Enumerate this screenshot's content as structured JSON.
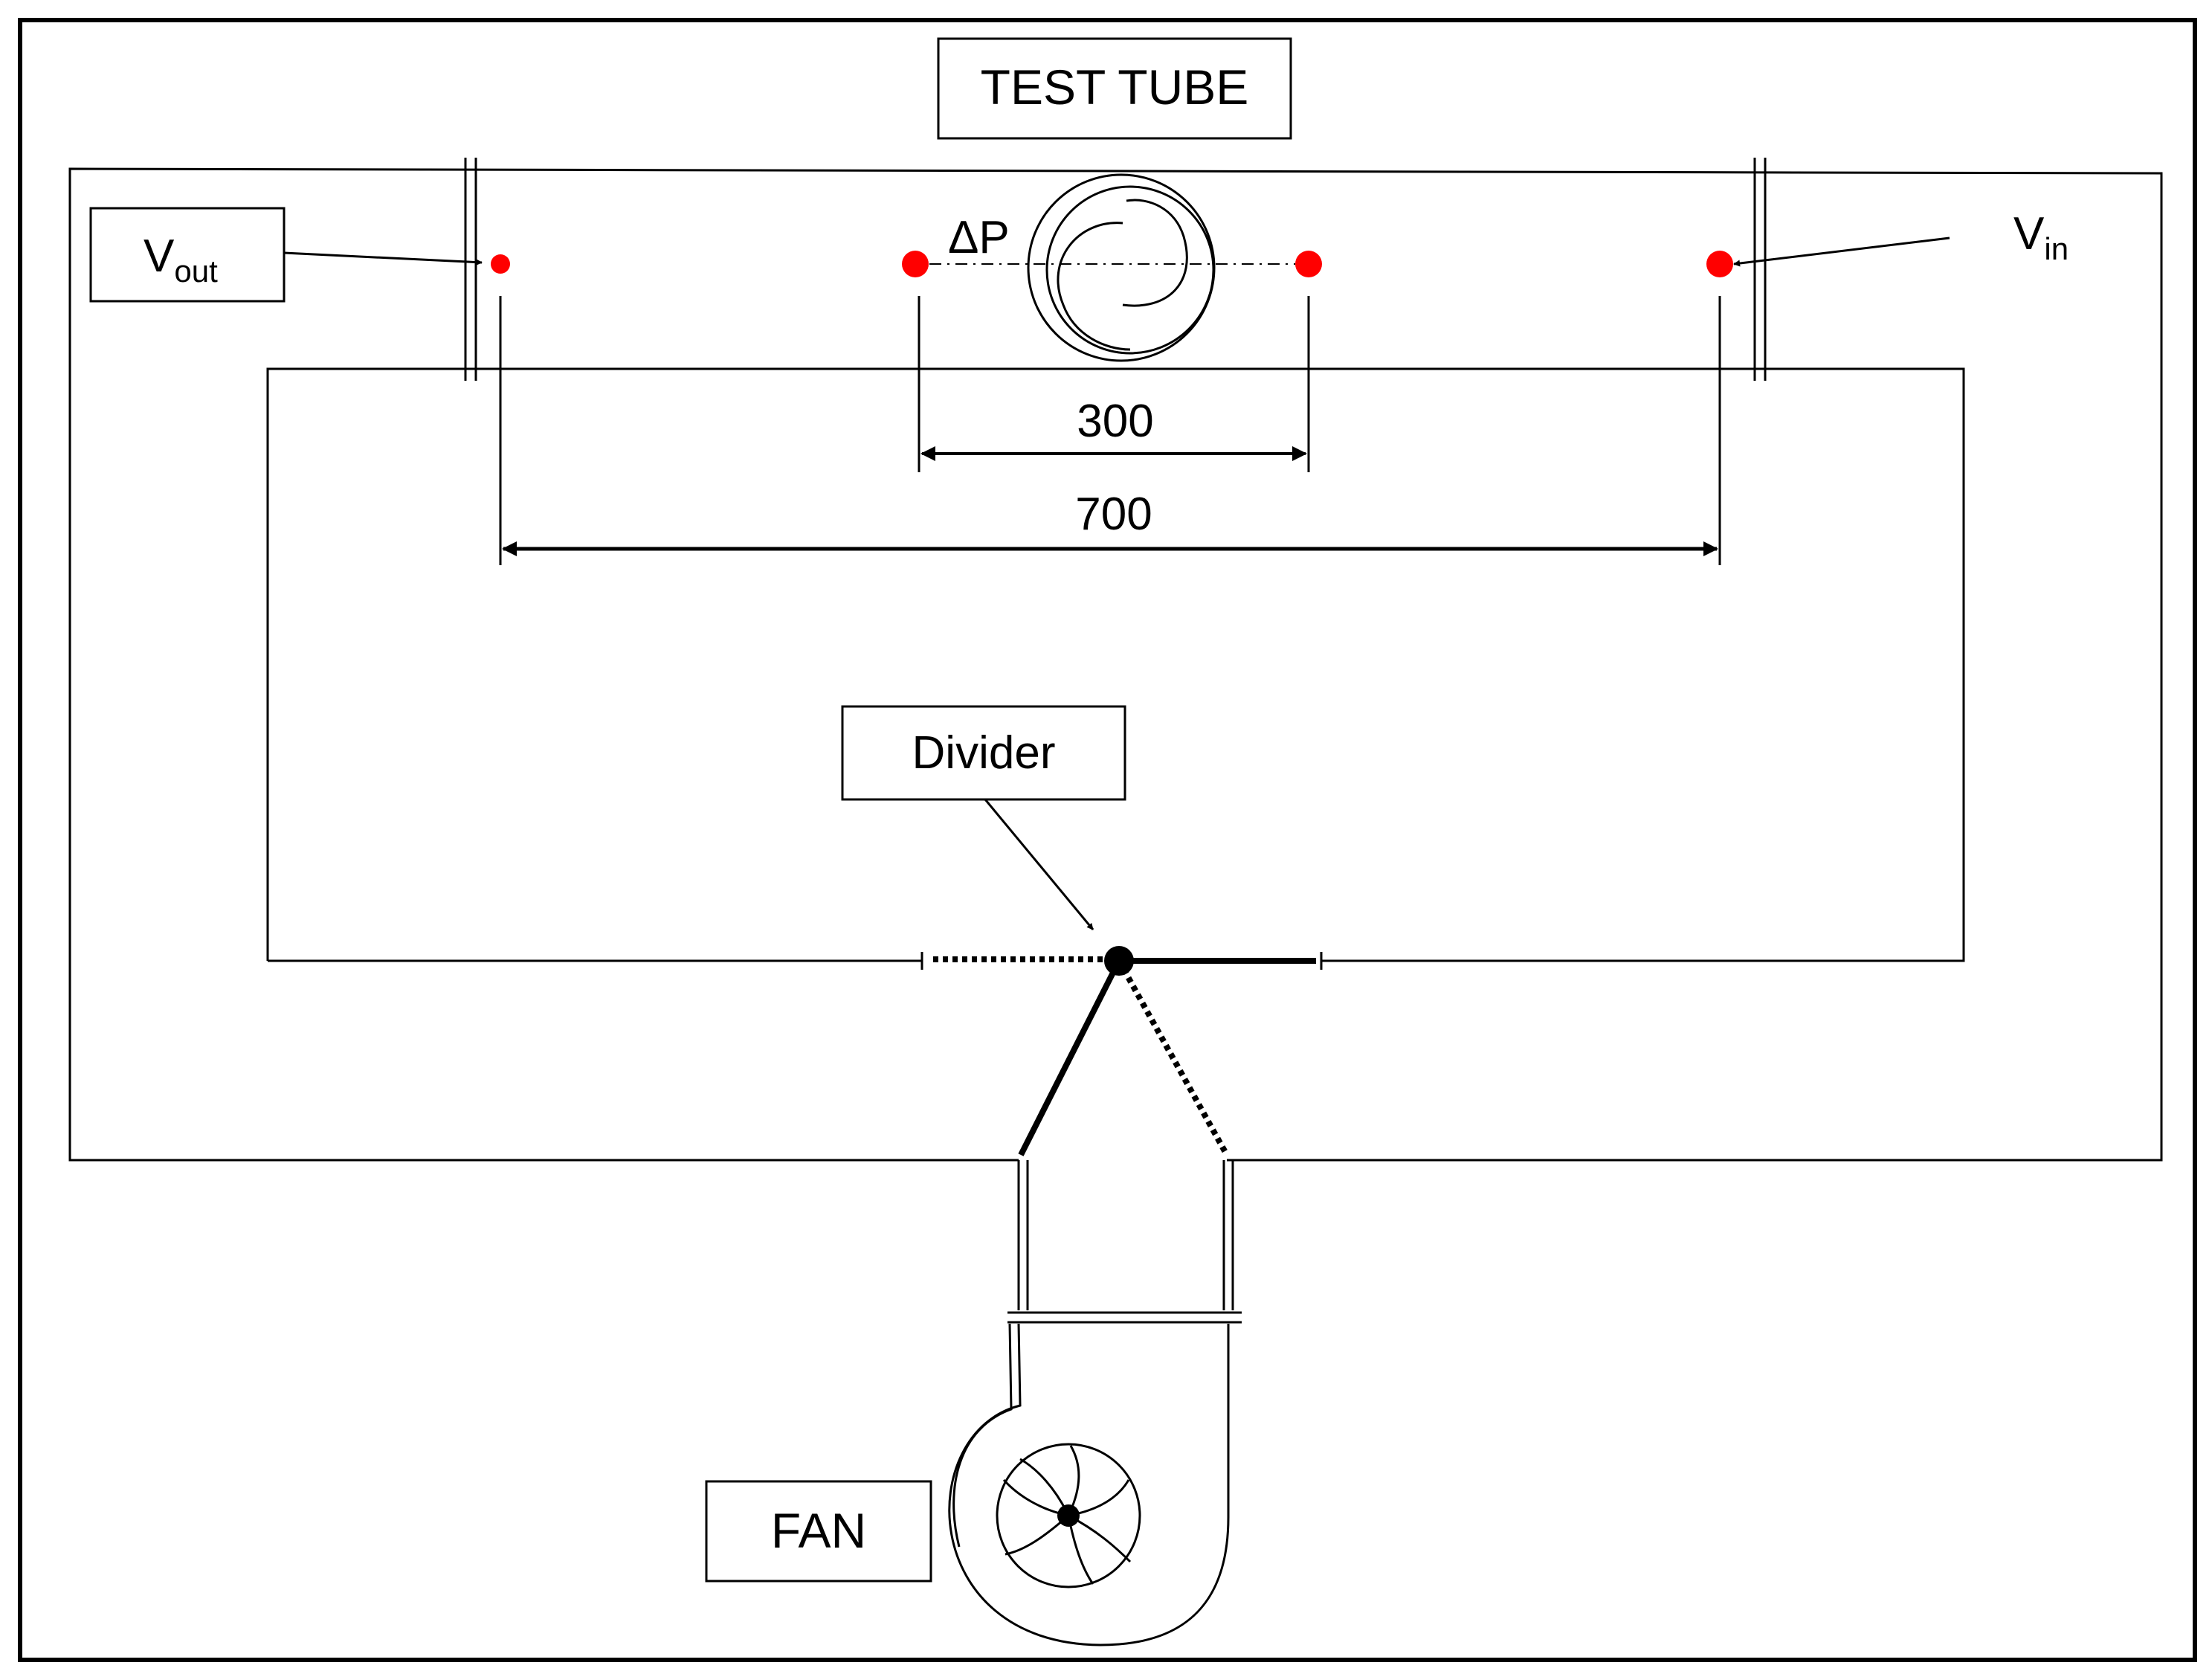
{
  "title_label": "TEST TUBE",
  "v_out": {
    "main": "V",
    "sub": "out"
  },
  "v_in": {
    "main": "V",
    "sub": "in"
  },
  "delta_p_label": "ΔP",
  "dim_short": "300",
  "dim_long": "700",
  "divider_label": "Divider",
  "fan_label": "FAN",
  "colors": {
    "line": "#000000",
    "sensor": "#ff0000",
    "background": "#ffffff"
  }
}
